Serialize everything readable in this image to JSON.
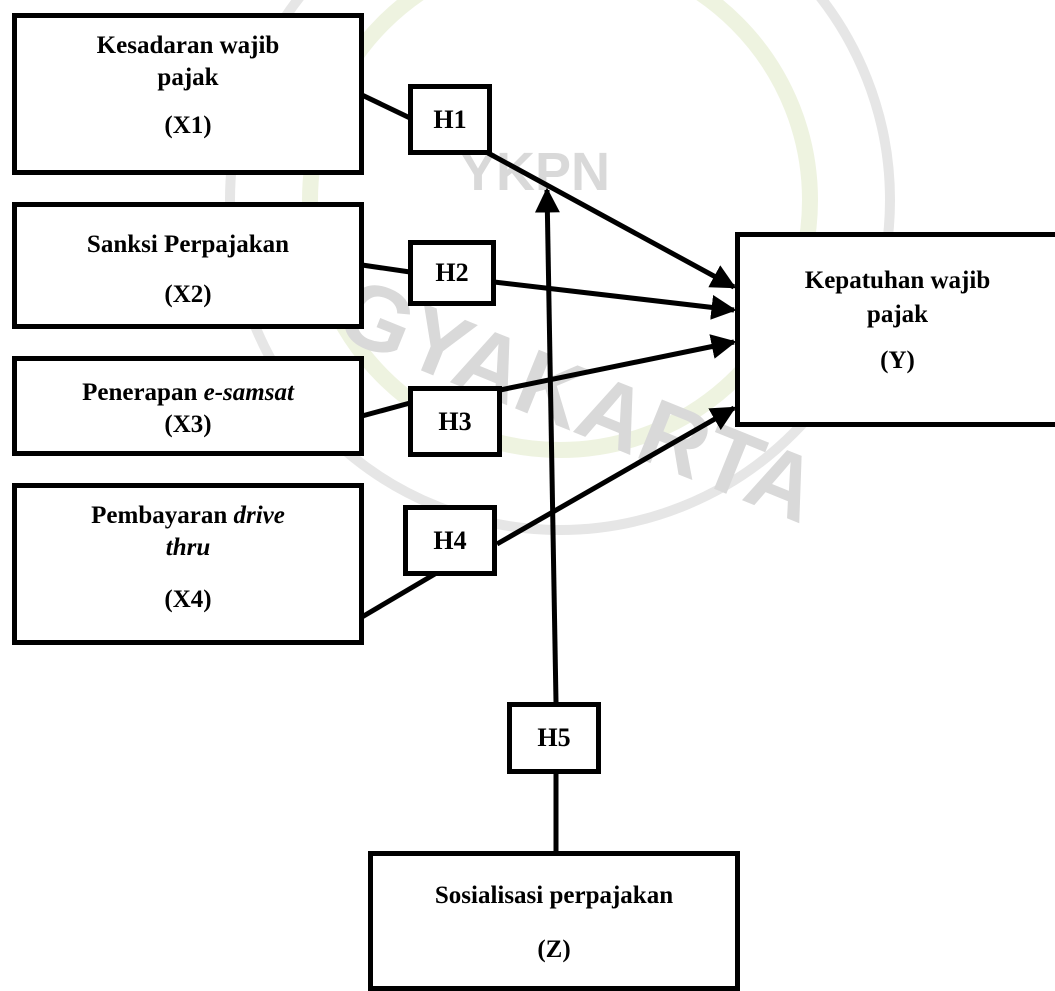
{
  "watermark": {
    "lines": [
      "YOGYAKARTA",
      "YKPN"
    ]
  },
  "variables": {
    "x1": {
      "line1": "Kesadaran wajib",
      "line2": "pajak",
      "code": "(X1)"
    },
    "x2": {
      "line1": "Sanksi Perpajakan",
      "code": "(X2)"
    },
    "x3": {
      "text": "Penerapan ",
      "italic": "e-samsat",
      "code": "(X3)"
    },
    "x4": {
      "text": "Pembayaran ",
      "italic_1": "drive",
      "italic_2": "thru",
      "code": "(X4)"
    },
    "y": {
      "line1": "Kepatuhan wajib",
      "line2": "pajak",
      "code": "(Y)"
    },
    "z": {
      "line1": "Sosialisasi perpajakan",
      "code": "(Z)"
    }
  },
  "hypotheses": {
    "h1": "H1",
    "h2": "H2",
    "h3": "H3",
    "h4": "H4",
    "h5": "H5"
  }
}
